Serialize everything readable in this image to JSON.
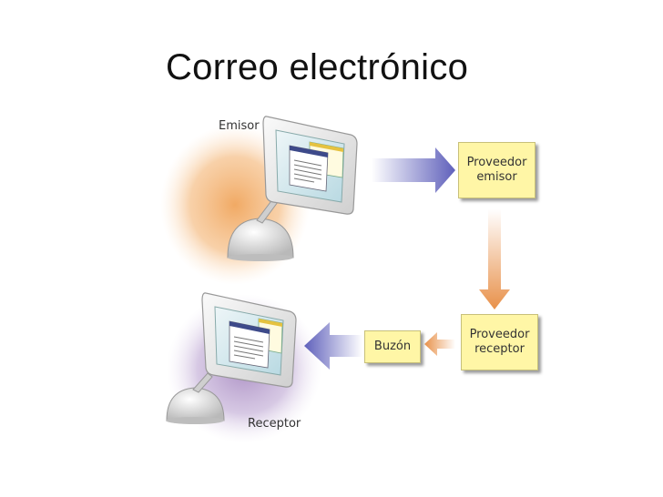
{
  "title": "Correo electrónico",
  "nodes": {
    "sender": "Emisor",
    "receiver": "Receptor",
    "sender_provider": [
      "Proveedor",
      "emisor"
    ],
    "receiver_provider": [
      "Proveedor",
      "receptor"
    ],
    "mailbox": "Buzón"
  },
  "colors": {
    "sender_blob": "#f3b06e",
    "receiver_blob": "#b39ac8",
    "blue_arrow": "#6a6bc0",
    "orange_arrow": "#e89a4c",
    "box_fill": "#fff6a6"
  }
}
